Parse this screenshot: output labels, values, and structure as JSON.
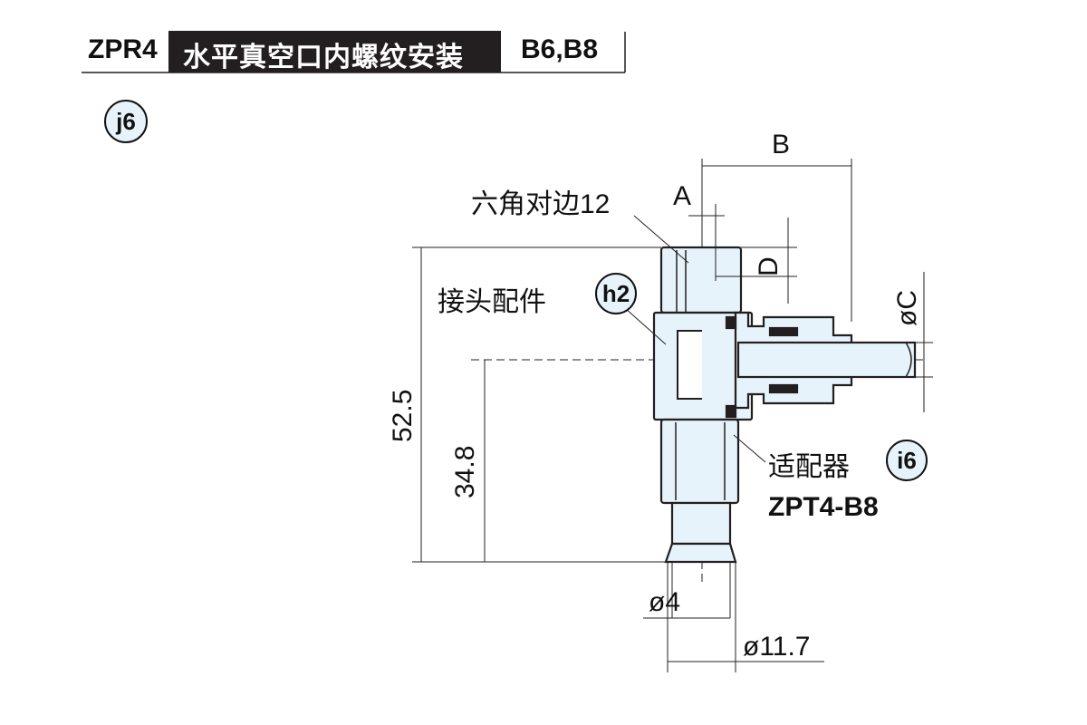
{
  "header": {
    "model": "ZPR4",
    "title": "水平真空口内螺纹安装",
    "code": "B6,B8"
  },
  "badge_main": "j6",
  "labels": {
    "hex": "六角对边12",
    "fitting": "接头配件",
    "fitting_badge": "h2",
    "adapter": "适配器",
    "adapter_badge": "i6",
    "adapter_model": "ZPT4-B8"
  },
  "dimensions": {
    "A": "A",
    "B": "B",
    "C": "øC",
    "D": "D",
    "height_total": "52.5",
    "height_center": "34.8",
    "dia_pad": "ø4",
    "dia_outer": "ø11.7"
  },
  "colors": {
    "fill": "#e6f3fb",
    "line": "#231f20"
  }
}
